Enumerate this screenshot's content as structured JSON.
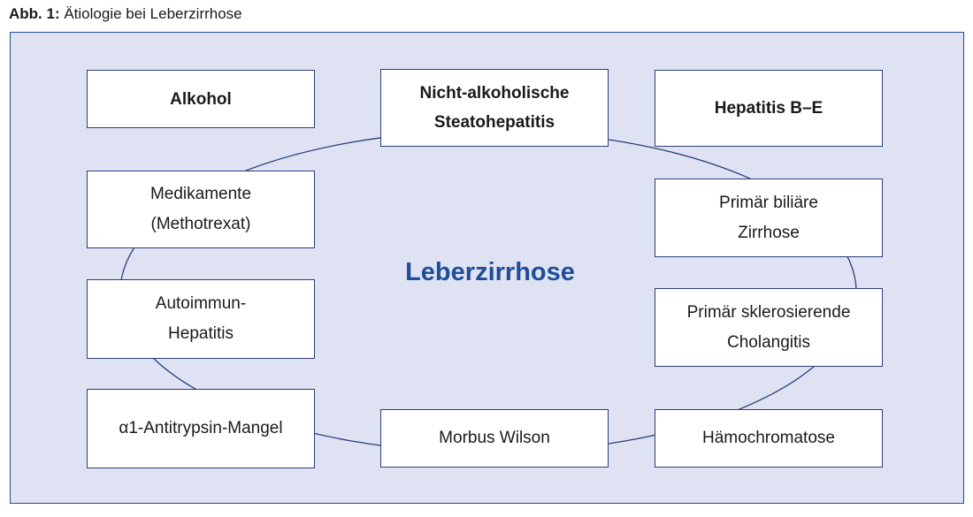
{
  "figure": {
    "caption_label": "Abb. 1:",
    "caption_text": "Ätiologie bei Leberzirrhose"
  },
  "colors": {
    "panel_background": "#dfe2f3",
    "panel_border": "#1f4e99",
    "node_border": "#2a3f7a",
    "center_text": "#1f4e99",
    "ring_line": "#2a3f7a"
  },
  "diagram": {
    "center_label": "Leberzirrhose",
    "nodes": [
      {
        "id": "alkohol",
        "lines": [
          "Alkohol"
        ],
        "bold": true
      },
      {
        "id": "nash",
        "lines": [
          "Nicht-alkoholische",
          "Steatohepatitis"
        ],
        "bold": true
      },
      {
        "id": "hepatitis",
        "lines": [
          "Hepatitis B–E"
        ],
        "bold": true
      },
      {
        "id": "medikamente",
        "lines": [
          "Medikamente",
          "(Methotrexat)"
        ],
        "bold": false
      },
      {
        "id": "pbz",
        "lines": [
          "Primär biliäre",
          "Zirrhose"
        ],
        "bold": false
      },
      {
        "id": "autoimmun",
        "lines": [
          "Autoimmun-",
          "Hepatitis"
        ],
        "bold": false
      },
      {
        "id": "psc",
        "lines": [
          "Primär sklerosierende",
          "Cholangitis"
        ],
        "bold": false
      },
      {
        "id": "a1at",
        "lines": [
          "α1-Antitrypsin-Mangel"
        ],
        "bold": false
      },
      {
        "id": "wilson",
        "lines": [
          "Morbus Wilson"
        ],
        "bold": false
      },
      {
        "id": "haemochromatose",
        "lines": [
          "Hämochromatose"
        ],
        "bold": false
      }
    ]
  }
}
